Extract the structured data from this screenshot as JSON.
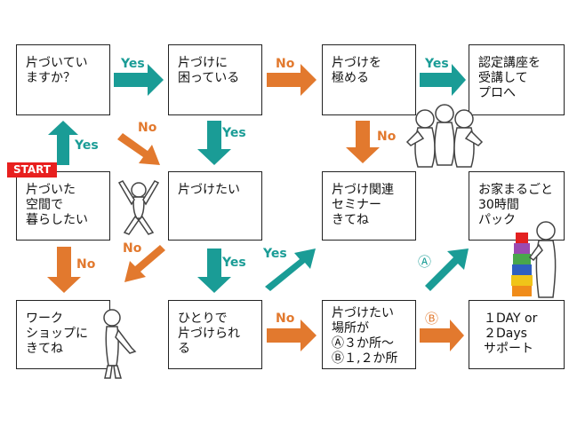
{
  "boxes": {
    "tidy_question": "片づいてい\nますか？",
    "troubled": "片づけに\n困っている",
    "master": "片づけを\n極める",
    "certified_course": "認定講座を\n受講して\nプロへ",
    "want_tidy_space": "片づいた\n空間で\n暮らしたい",
    "want_to_tidy": "片づけたい",
    "seminar": "片づけ関連\nセミナー\nきてね",
    "home_package": "お家まるごと\n30時間\nパック",
    "workshop": "ワーク\nショップに\nきてね",
    "alone": "ひとりで\n片づけられ\nる",
    "places": "片づけたい\n場所が\nⒶ３か所～\nⒷ１,２か所",
    "support": "１DAY or\n２Days\nサポート"
  },
  "labels": {
    "yes": "Yes",
    "no": "No",
    "a": "Ⓐ",
    "b": "Ⓑ",
    "start": "START"
  },
  "colors": {
    "teal": "#1a9c96",
    "orange": "#e2792e",
    "start": "#e8201f"
  }
}
